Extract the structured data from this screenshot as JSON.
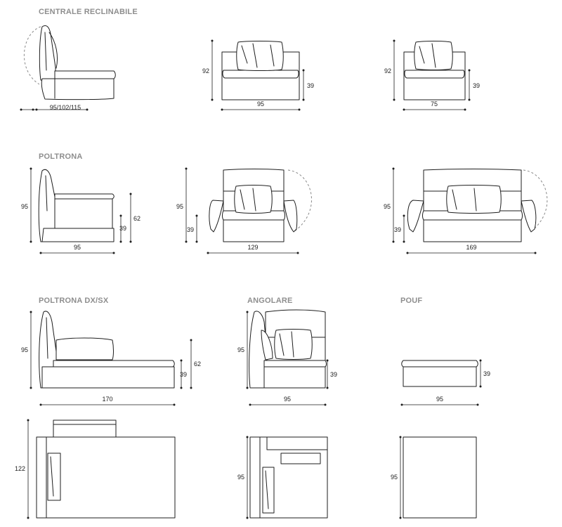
{
  "sections": {
    "centrale": "CENTRALE RECLINABILE",
    "poltrona": "POLTRONA",
    "poltrona_dxsx": "POLTRONA DX/SX",
    "angolare": "ANGOLARE",
    "pouf": "POUF"
  },
  "dims": {
    "c1_w": "95/102/115",
    "c2_h": "92",
    "c2_s": "39",
    "c2_w": "95",
    "c3_h": "92",
    "c3_s": "39",
    "c3_w": "75",
    "p1_h": "95",
    "p1_a": "62",
    "p1_s": "39",
    "p1_w": "95",
    "p2_h": "95",
    "p2_s": "39",
    "p2_w": "129",
    "p3_h": "95",
    "p3_s": "39",
    "p3_w": "169",
    "d1_h": "95",
    "d1_a": "62",
    "d1_s": "39",
    "d1_w": "170",
    "a1_h": "95",
    "a1_s": "39",
    "a1_w": "95",
    "f1_s": "39",
    "f1_w": "95",
    "d2_d": "122",
    "a2_d": "95",
    "f2_d": "95"
  }
}
